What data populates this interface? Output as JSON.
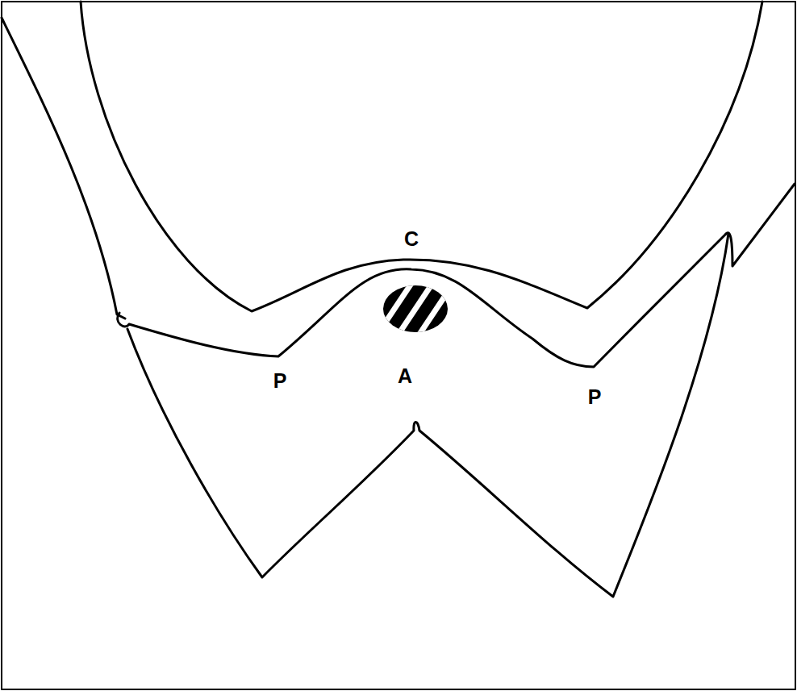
{
  "diagram": {
    "labels": [
      "C",
      "P",
      "A",
      "P"
    ]
  }
}
